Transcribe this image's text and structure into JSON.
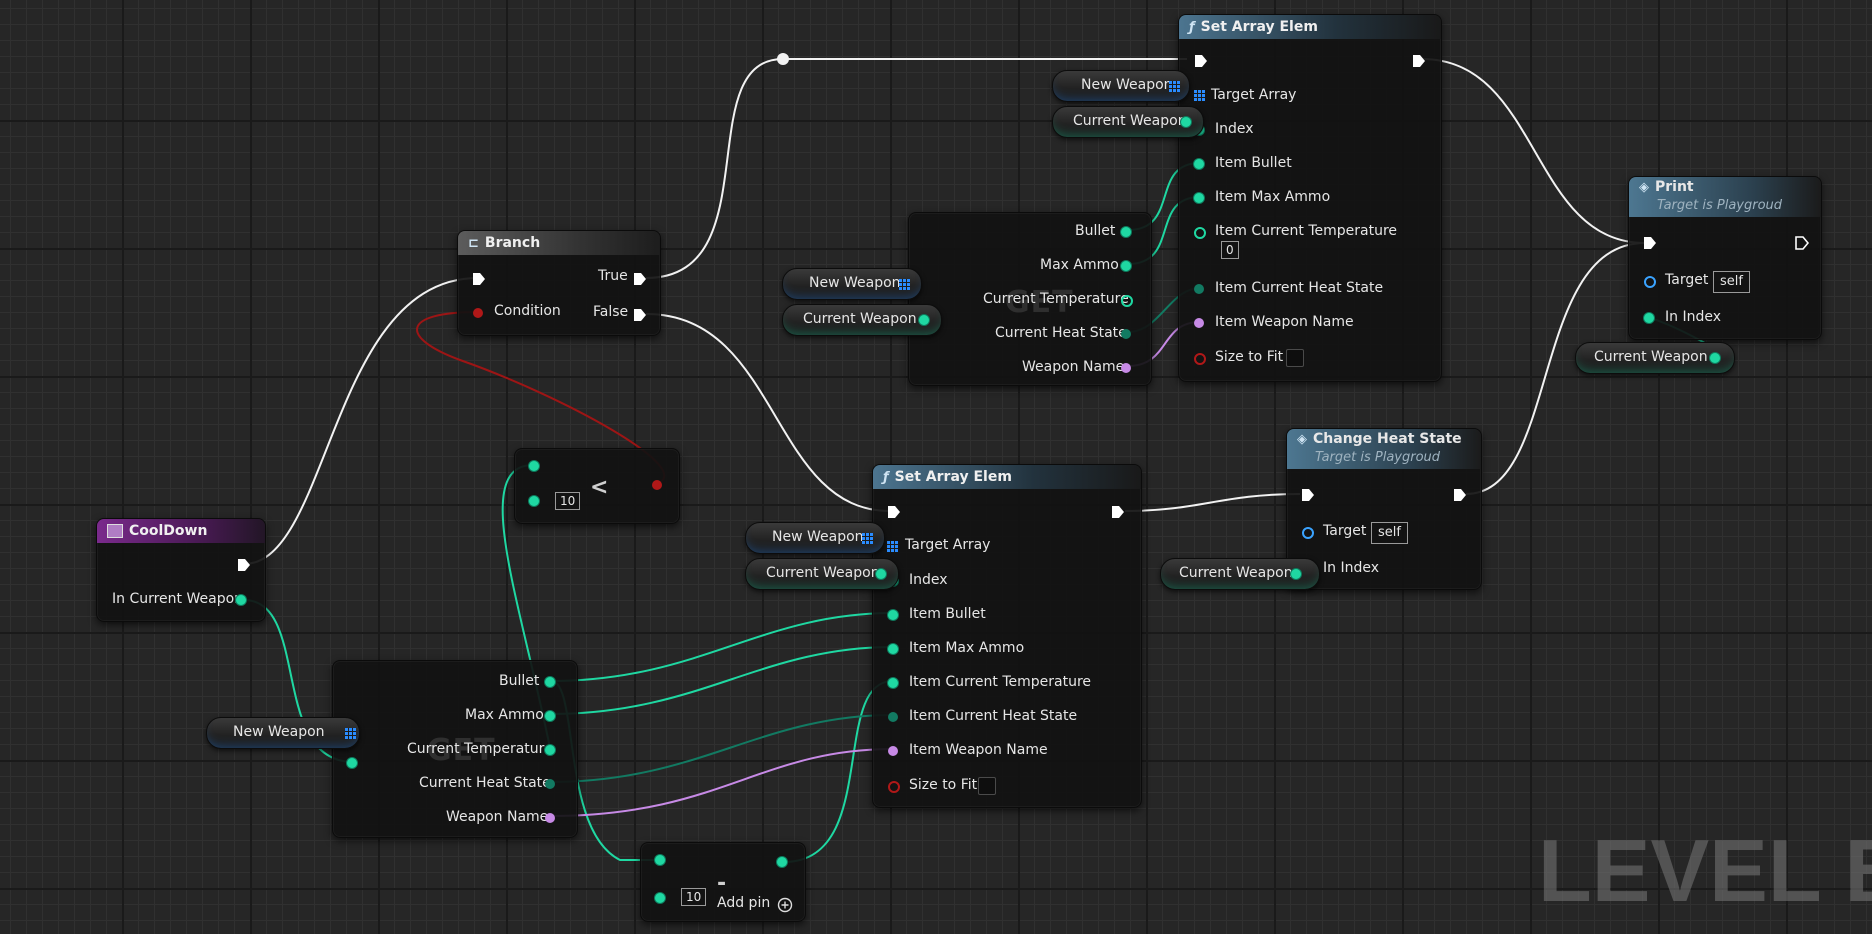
{
  "nodes": {
    "set_array_top": {
      "title": "Set Array Elem",
      "pins": [
        "Target Array",
        "Index",
        "Item Bullet",
        "Item Max Ammo",
        "Item Current Temperature",
        "Item Current Heat State",
        "Item Weapon Name",
        "Size to Fit"
      ],
      "temp_default": "0"
    },
    "branch": {
      "title": "Branch",
      "true_label": "True",
      "false_label": "False",
      "condition_label": "Condition"
    },
    "get_top": {
      "op": "GET",
      "pins": [
        "Bullet",
        "Max Ammo",
        "Current Temperature",
        "Current Heat State",
        "Weapon Name"
      ]
    },
    "print": {
      "title": "Print",
      "subtitle": "Target is Playgroud",
      "target_label": "Target",
      "target_value": "self",
      "index_label": "In Index"
    },
    "compare": {
      "op": "<",
      "value": "10"
    },
    "set_array_bottom": {
      "title": "Set Array Elem",
      "pins": [
        "Target Array",
        "Index",
        "Item Bullet",
        "Item Max Ammo",
        "Item Current Temperature",
        "Item Current Heat State",
        "Item Weapon Name",
        "Size to Fit"
      ]
    },
    "change_heat": {
      "title": "Change Heat State",
      "subtitle": "Target is Playgroud",
      "target_label": "Target",
      "target_value": "self",
      "index_label": "In Index"
    },
    "cooldown": {
      "title": "CoolDown",
      "param_label": "In Current Weapon"
    },
    "get_bottom": {
      "op": "GET",
      "pins": [
        "Bullet",
        "Max Ammo",
        "Current Temperature",
        "Current Heat State",
        "Weapon Name"
      ]
    },
    "subtract": {
      "op": "-",
      "value": "10",
      "add_pin": "Add pin"
    }
  },
  "vars": {
    "new_weapon": "New Weapon",
    "current_weapon": "Current Weapon"
  },
  "watermark": "LEVEL BI"
}
